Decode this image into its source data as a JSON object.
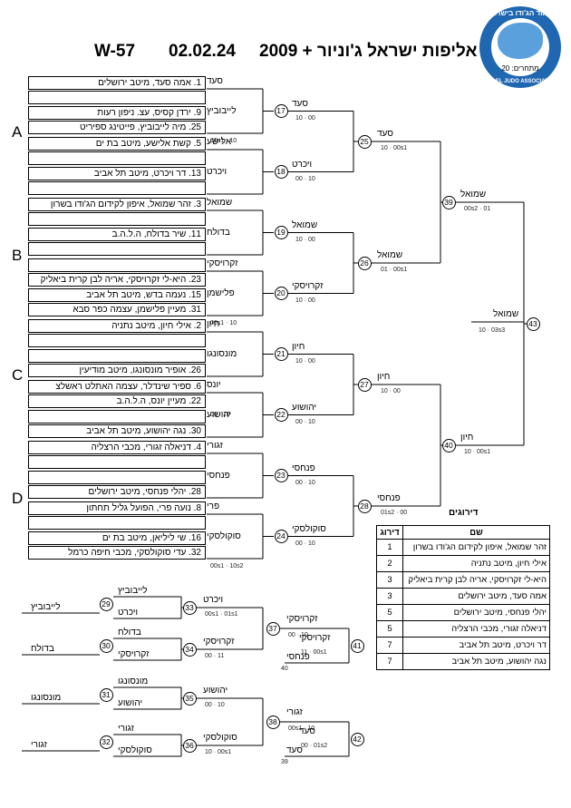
{
  "header": {
    "code": "W-57",
    "date": "02.02.24",
    "title": "אליפות ישראל ג'וניור + 2009"
  },
  "logo": {
    "top_text": "איגוד הג'ודו בישראל",
    "bottom_text": "ISRAEL JUDO ASSOCIATION",
    "participants_label": "מתחרים: 20"
  },
  "pools": [
    "A",
    "B",
    "C",
    "D"
  ],
  "entries": [
    "1. אמה סעד, מיטב ירושלים",
    "",
    "9. ירדן קסיס, עצ. ניפון רעות",
    "25. מיה לייבוביץ, פייטינג ספיריט",
    "5. קשת אלישע, מיטב בת ים",
    "",
    "13. דר ויכרט, מיטב תל אביב",
    "",
    "3. זהר שמואל, איפון לקידום הג'ודו בשרון",
    "",
    "11. שיר בדולח, ה.ל.ה.ב",
    "",
    "",
    "23. היא-לי זקרויסקי, אריה לבן קרית ביאליק",
    "15. נעמה בדש, מיטב תל אביב",
    "31. מעיין פלישמן, עצמה כפר סבא",
    "2. אילי חיון, מיטב נתניה",
    "",
    "",
    "26. אופיר מונסונגו, מיטב מודיעין",
    "6. ספיר שינדלר, עצמה האתלט ראשלצ",
    "22. מעיין יונס, ה.ל.ה.ב",
    "",
    "30. נגה יהושוע, מיטב תל אביב",
    "4. דניאלה זגורי, מכבי הרצליה",
    "",
    "",
    "28. יהלי פנחסי, מיטב ירושלים",
    "8. נועה פרי, הפועל גליל תחתון",
    "",
    "16. שי ליליאן, מיטב בת ים",
    "32. עדי סוקולסקי, מכבי חיפה כרמל"
  ],
  "r1_names": [
    "סעד",
    "לייבוביץ",
    "אלישע",
    "ויכרט",
    "שמואל",
    "בדולח",
    "זקרויסקי",
    "פלישמן",
    "חיון",
    "מונסונגו",
    "יונס",
    "יהושוע",
    "זגורי",
    "פנחסי",
    "פרי",
    "סוקולסקי"
  ],
  "r1_scores": [
    "",
    "00s1 · 10",
    "",
    "",
    "",
    "",
    "",
    "00s1 · 10",
    "",
    "",
    "00 · 10",
    "",
    "",
    "",
    "",
    "00s1 · 10s2"
  ],
  "r2": [
    {
      "num": "17",
      "name": "סעד",
      "score": "10 · 00"
    },
    {
      "num": "18",
      "name": "ויכרט",
      "score": "00 · 10"
    },
    {
      "num": "19",
      "name": "שמואל",
      "score": "10 · 00"
    },
    {
      "num": "20",
      "name": "זקרויסקי",
      "score": "10 · 00"
    },
    {
      "num": "21",
      "name": "חיון",
      "score": "10 · 00"
    },
    {
      "num": "22",
      "name": "יהושוע",
      "score": "00 · 10"
    },
    {
      "num": "23",
      "name": "פנחסי",
      "score": "00 · 10"
    },
    {
      "num": "24",
      "name": "סוקולסקי",
      "score": "00 · 10"
    }
  ],
  "r3": [
    {
      "num": "25",
      "name": "סעד",
      "score": "10 · 00s1"
    },
    {
      "num": "26",
      "name": "שמואל",
      "score": "01 · 00s1"
    },
    {
      "num": "27",
      "name": "חיון",
      "score": "10 · 00"
    },
    {
      "num": "28",
      "name": "פנחסי",
      "score": "01s2 · 00"
    }
  ],
  "r4": [
    {
      "num": "39",
      "name": "שמואל",
      "score": "00s2 · 01"
    },
    {
      "num": "40",
      "name": "חיון",
      "score": "10 · 00s1"
    }
  ],
  "final": {
    "num": "43",
    "name": "שמואל",
    "score": "10 · 03s3"
  },
  "rep": {
    "r1_left": [
      {
        "num": "29",
        "name": "לייבוביץ"
      },
      {
        "num": "30",
        "name": "בדולח"
      },
      {
        "num": "31",
        "name": "מונסונגו"
      },
      {
        "num": "32",
        "name": "זגורי"
      }
    ],
    "r1_in": [
      "לייבוביץ",
      "ויכרט",
      "בדולח",
      "זקרויסקי",
      "מונסונגו",
      "יהושוע",
      "זגורי",
      "סוקולסקי"
    ],
    "r2": [
      {
        "num": "33",
        "name": "ויכרט",
        "score": "00s1 · 01s1"
      },
      {
        "num": "34",
        "name": "זקרויסקי",
        "score": "00 · 11"
      },
      {
        "num": "35",
        "name": "יהושוע",
        "score": "00 · 10"
      },
      {
        "num": "36",
        "name": "סוקולסקי",
        "score": "10 · 00s1"
      }
    ],
    "r3": [
      {
        "num": "37",
        "name": "זקרויסקי",
        "score": "00 · 10"
      },
      {
        "num": "38",
        "name": "זגורי",
        "score": "00s1 · 10"
      }
    ],
    "r4": [
      {
        "num": "41",
        "name": "זקרויסקי",
        "score": "11 · 00s1",
        "opponent": "פנחסי",
        "sub": "40"
      },
      {
        "num": "42",
        "name": "סעד",
        "score": "00 · 01s2",
        "opponent": "סעד",
        "sub": "39"
      }
    ]
  },
  "seeds": {
    "title": "דירוגים",
    "col_rank": "דירוג",
    "col_name": "שם",
    "rows": [
      {
        "rank": "1",
        "name": "זהר שמואל, איפון לקידום הג'ודו בשרון"
      },
      {
        "rank": "2",
        "name": "אילי חיון, מיטב נתניה"
      },
      {
        "rank": "3",
        "name": "היא-לי זקרויסקי, אריה לבן קרית ביאליק"
      },
      {
        "rank": "3",
        "name": "אמה סעד, מיטב ירושלים"
      },
      {
        "rank": "5",
        "name": "יהלי פנחסי, מיטב ירושלים"
      },
      {
        "rank": "5",
        "name": "דניאלה זגורי, מכבי הרצליה"
      },
      {
        "rank": "7",
        "name": "דר ויכרט, מיטב תל אביב"
      },
      {
        "rank": "7",
        "name": "נגה יהושוע, מיטב תל אביב"
      }
    ]
  }
}
